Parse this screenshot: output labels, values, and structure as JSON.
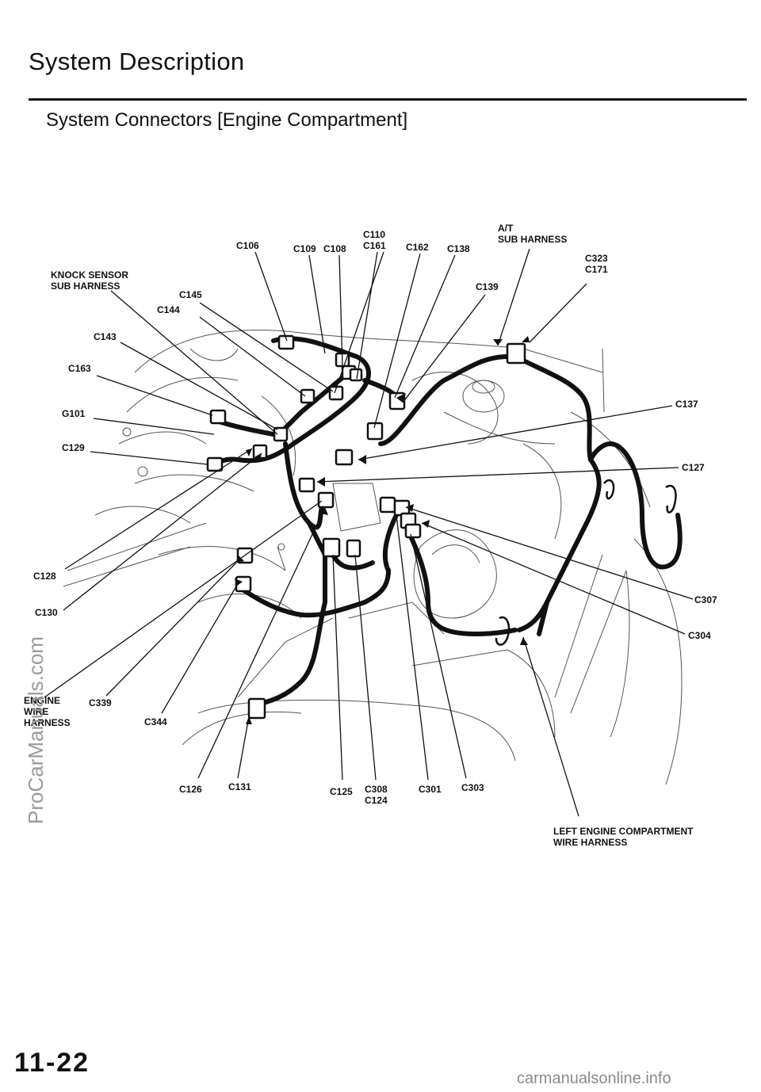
{
  "header": {
    "title": "System Description",
    "subtitle": "System Connectors [Engine Compartment]"
  },
  "labels": {
    "knock_sensor": "KNOCK SENSOR\nSUB HARNESS",
    "c145": "C145",
    "c144": "C144",
    "c106": "C106",
    "c109": "C109",
    "c108": "C108",
    "c110_c161": "C110\nC161",
    "c162": "C162",
    "c138": "C138",
    "at_sub": "A/T\nSUB HARNESS",
    "c323_c171": "C323\nC171",
    "c139": "C139",
    "c143": "C143",
    "c163": "C163",
    "g101": "G101",
    "c129": "C129",
    "c137": "C137",
    "c127": "C127",
    "c128": "C128",
    "c130": "C130",
    "c307": "C307",
    "c304": "C304",
    "engine_wire": "ENGINE\nWIRE\nHARNESS",
    "c339": "C339",
    "c344": "C344",
    "c126": "C126",
    "c131": "C131",
    "c125": "C125",
    "c308_c124": "C308\nC124",
    "c301": "C301",
    "c303": "C303",
    "left_engine": "LEFT ENGINE COMPARTMENT\nWIRE HARNESS"
  },
  "footer": {
    "page_number": "11-22",
    "watermark_side": "ProCarManuals.com",
    "watermark_bottom": "carmanualsonline.info"
  },
  "colors": {
    "ink": "#111111",
    "line_art": "#3a3a3a",
    "watermark": "#9a9a9a"
  }
}
